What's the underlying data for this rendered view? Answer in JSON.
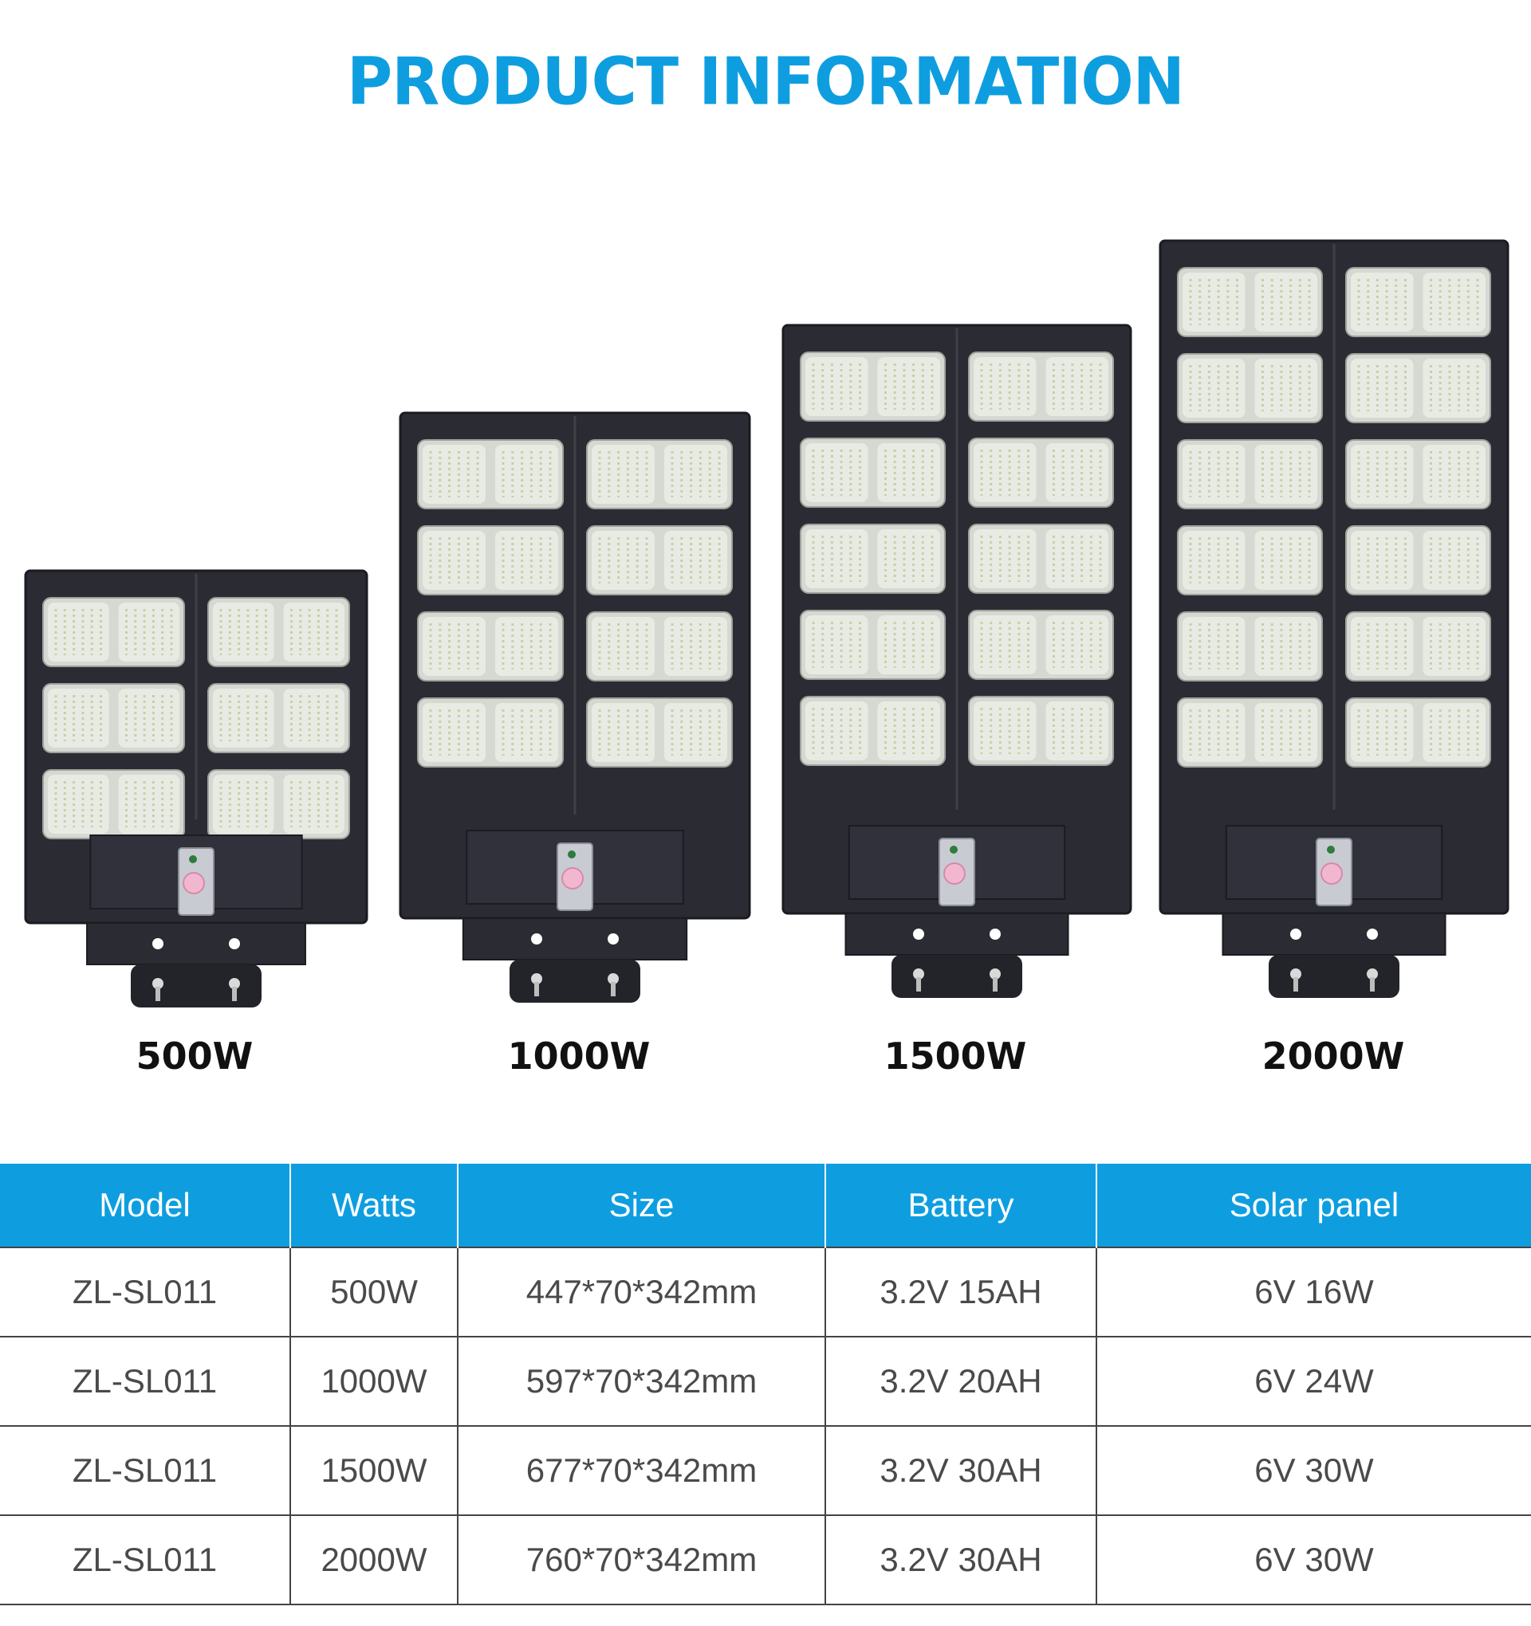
{
  "page": {
    "title": "PRODUCT INFORMATION",
    "accent_color": "#0e9ee0",
    "housing_color": "#2b2c33",
    "led_color": "#e7ebe4"
  },
  "products": [
    {
      "caption": "500W",
      "led_rows": 3
    },
    {
      "caption": "1000W",
      "led_rows": 4
    },
    {
      "caption": "1500W",
      "led_rows": 5
    },
    {
      "caption": "2000W",
      "led_rows": 6
    }
  ],
  "table": {
    "headers": [
      "Model",
      "Watts",
      "Size",
      "Battery",
      "Solar panel"
    ],
    "rows": [
      [
        "ZL-SL011",
        "500W",
        "447*70*342mm",
        "3.2V 15AH",
        "6V 16W"
      ],
      [
        "ZL-SL011",
        "1000W",
        "597*70*342mm",
        "3.2V 20AH",
        "6V 24W"
      ],
      [
        "ZL-SL011",
        "1500W",
        "677*70*342mm",
        "3.2V 30AH",
        "6V 30W"
      ],
      [
        "ZL-SL011",
        "2000W",
        "760*70*342mm",
        "3.2V 30AH",
        "6V 30W"
      ]
    ]
  }
}
